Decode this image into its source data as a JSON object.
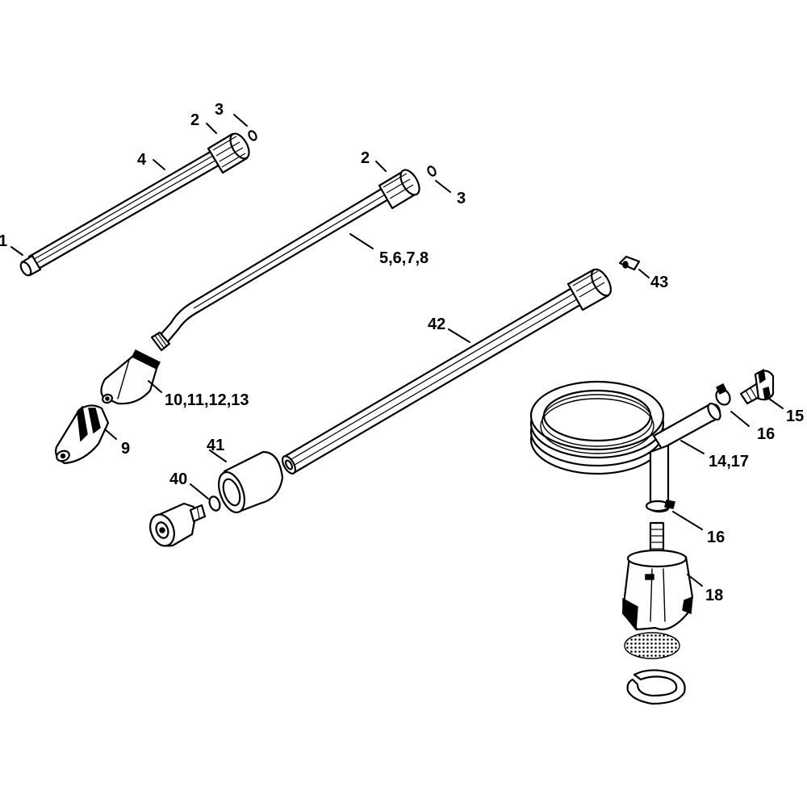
{
  "callouts": {
    "c1": "1",
    "c2a": "2",
    "c3a": "3",
    "c4": "4",
    "c2b": "2",
    "c3b": "3",
    "c5678": "5,6,7,8",
    "c43": "43",
    "c42": "42",
    "c10_13": "10,11,12,13",
    "c9": "9",
    "c41": "41",
    "c40": "40",
    "c15": "15",
    "c16a": "16",
    "c14_17": "14,17",
    "c16b": "16",
    "c18": "18"
  }
}
